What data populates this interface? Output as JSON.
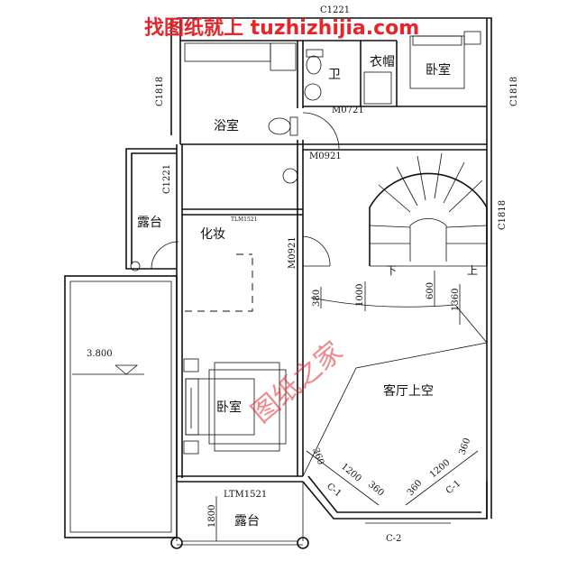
{
  "watermark": "找图纸就上 tuzhizhijia.com",
  "watermark_center": "图纸之家",
  "rooms": {
    "bath": "浴室",
    "wc": "卫",
    "closet": "衣帽",
    "bedroom_top": "卧室",
    "terrace_left": "露台",
    "dressing": "化妆",
    "bedroom_main": "卧室",
    "living_void": "客厅上空",
    "terrace_bottom": "露台"
  },
  "codes": {
    "c1221_top": "C1221",
    "c1818_left": "C1818",
    "c1818_right_top": "C1818",
    "c1818_right_mid": "C1818",
    "c1221_left": "C1221",
    "m0721": "M0721",
    "m0921_h": "M0921",
    "m0921_v": "M0921",
    "tlm_small": "TLM1521",
    "ltm1521": "LTM1521",
    "c1_left": "C-1",
    "c1_right": "C-1",
    "c2": "C-2"
  },
  "elevation": "3.800",
  "stairs": {
    "down": "下",
    "up": "上"
  },
  "dims": {
    "d380": "380",
    "d1000": "1000",
    "d600": "600",
    "d1360": "1360",
    "d360_a": "360",
    "d1200_a": "1200",
    "d360_b": "360",
    "d360_c": "360",
    "d1200_b": "1200",
    "d360_d": "360",
    "d1800": "1800"
  }
}
